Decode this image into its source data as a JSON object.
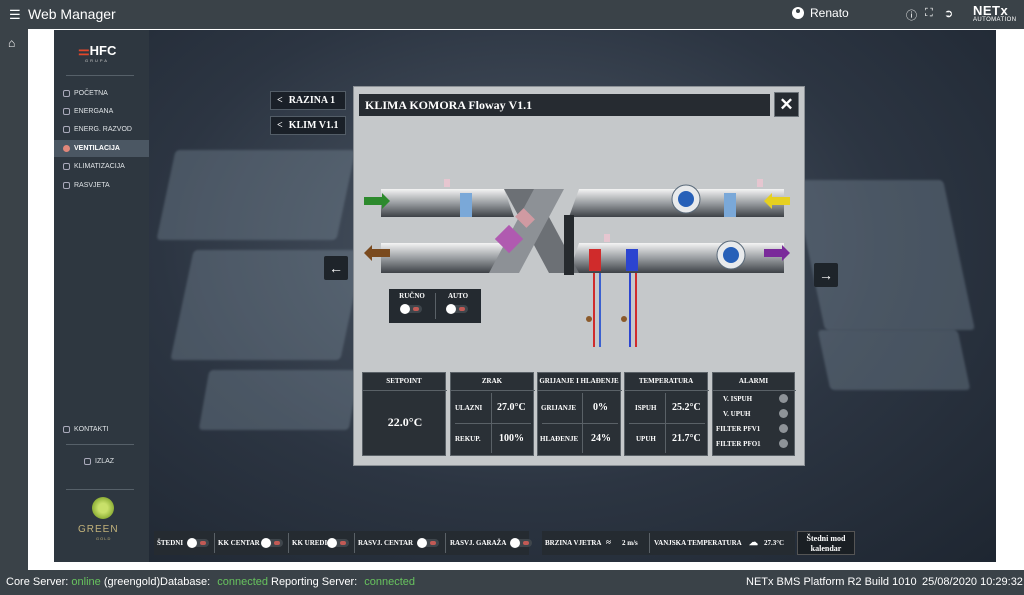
{
  "topbar": {
    "app_title": "Web Manager",
    "user_name": "Renato",
    "brand": "NETx",
    "brand_sub": "AUTOMATION"
  },
  "sidebar": {
    "logo": "HFC",
    "logo_sub": "GRUPA",
    "items": [
      {
        "label": "POČETNA",
        "icon": "home-icon"
      },
      {
        "label": "ENERGANA",
        "icon": "energy-icon"
      },
      {
        "label": "ENERG. RAZVOD",
        "icon": "distribution-icon"
      },
      {
        "label": "VENTILACIJA",
        "icon": "ventilation-icon",
        "active": true
      },
      {
        "label": "KLIMATIZACIJA",
        "icon": "snowflake-icon"
      },
      {
        "label": "RASVJETA",
        "icon": "lightbulb-icon"
      }
    ],
    "contacts_label": "KONTAKTI",
    "exit_label": "IZLAZ",
    "partner_logo": "GREEN",
    "partner_sub": "GOLD"
  },
  "crumbs": {
    "level": "RAZINA 1",
    "unit": "KLIM V1.1"
  },
  "panel": {
    "title": "KLIMA KOMORA Floway V1.1",
    "mode": {
      "manual_label": "RUČNO",
      "auto_label": "AUTO"
    },
    "setpoint": {
      "title": "SETPOINT",
      "value": "22.0°C"
    },
    "air": {
      "title": "ZRAK",
      "inlet_label": "ULAZNI",
      "inlet_value": "27.0°C",
      "recup_label": "REKUP.",
      "recup_value": "100%"
    },
    "heat_cool": {
      "title": "GRIJANJE I HLAĐENJE",
      "heat_label": "GRIJANJE",
      "heat_value": "0%",
      "cool_label": "HLAĐENJE",
      "cool_value": "24%"
    },
    "temperature": {
      "title": "TEMPERATURA",
      "exhaust_label": "ISPUH",
      "exhaust_value": "25.2°C",
      "supply_label": "UPUH",
      "supply_value": "21.7°C"
    },
    "alarms": {
      "title": "ALARMI",
      "items": [
        "V. ISPUH",
        "V. UPUH",
        "FILTER PFV1",
        "FILTER PFO1"
      ]
    }
  },
  "controls": {
    "items": [
      "ŠTEDNI",
      "KK CENTAR",
      "KK UREDI",
      "RASVJ. CENTAR",
      "RASVJ. GARAŽA"
    ],
    "wind_label": "BRZINA VJETRA",
    "wind_value": "2 m/s",
    "outside_temp_label": "VANJSKA TEMPERATURA",
    "outside_temp_value": "27.3°C",
    "calendar_label": "Štedni mod kalendar"
  },
  "footer": {
    "core_label": "Core Server:",
    "core_status": "online",
    "core_name": "(greengold)",
    "db_label": "Database:",
    "db_status": "connected",
    "rep_label": "Reporting Server:",
    "rep_status": "connected",
    "platform": "NETx BMS Platform R2 Build 1010",
    "datetime": "25/08/2020 10:29:32"
  },
  "colors": {
    "accent_green": "#67c25e",
    "toggle_red": "#c25a55",
    "brand_orange": "#e2472a"
  }
}
